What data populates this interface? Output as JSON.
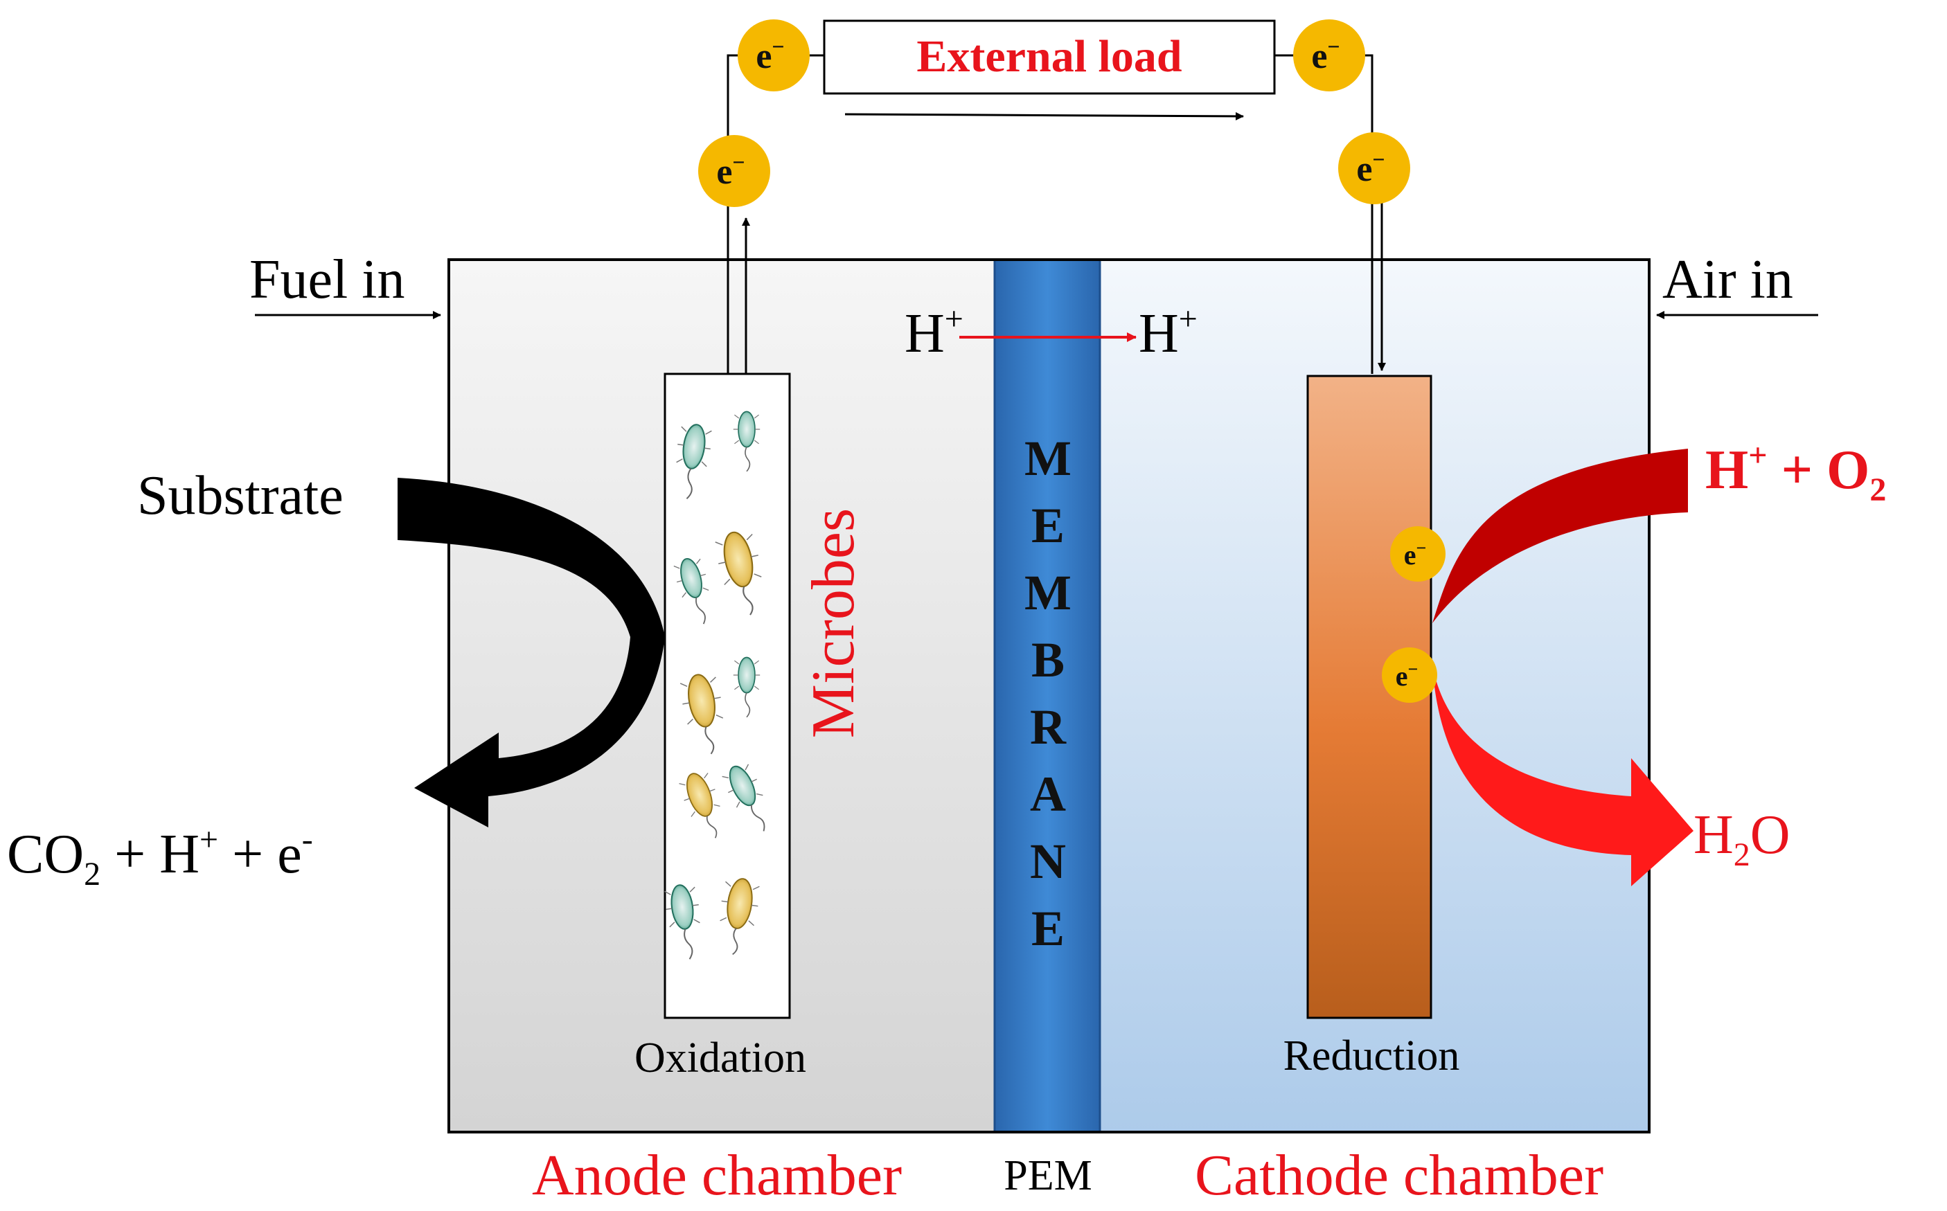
{
  "labels": {
    "external_load": "External load",
    "fuel_in": "Fuel in",
    "air_in": "Air in",
    "proton": "H",
    "proton_sup": "+",
    "membrane_letters": [
      "M",
      "E",
      "M",
      "B",
      "R",
      "A",
      "N",
      "E"
    ],
    "microbes": "Microbes",
    "substrate": "Substrate",
    "oxidation": "Oxidation",
    "reduction": "Reduction",
    "anode_chamber": "Anode chamber",
    "cathode_chamber": "Cathode chamber",
    "pem": "PEM",
    "electron": "e",
    "electron_sup": "−",
    "anode_products": {
      "co2": "CO",
      "co2_sub": "2",
      "plus1": " + H",
      "h_sup": "+",
      "plus2": " + e",
      "e_sup": "-"
    },
    "cathode_inputs": {
      "h": "H",
      "h_sup": "+",
      "plus": " + O",
      "o2_sub": "2"
    },
    "cathode_output": {
      "h": "H",
      "h2_sub": "2",
      "o": "O"
    }
  },
  "colors": {
    "red_label": "#e8141c",
    "electron_fill": "#f5b800",
    "membrane": "#2f6fb8",
    "anode_bg": "#e2e2e2",
    "cathode_bg": "#cfe0f2",
    "cathode_electrode": "#e07c35",
    "anode_arrow": "#000000",
    "cathode_arrow_in": "#c00000",
    "cathode_arrow_out": "#ff1a1a"
  },
  "icons": [
    "electron-icon",
    "bacterium-icon"
  ]
}
